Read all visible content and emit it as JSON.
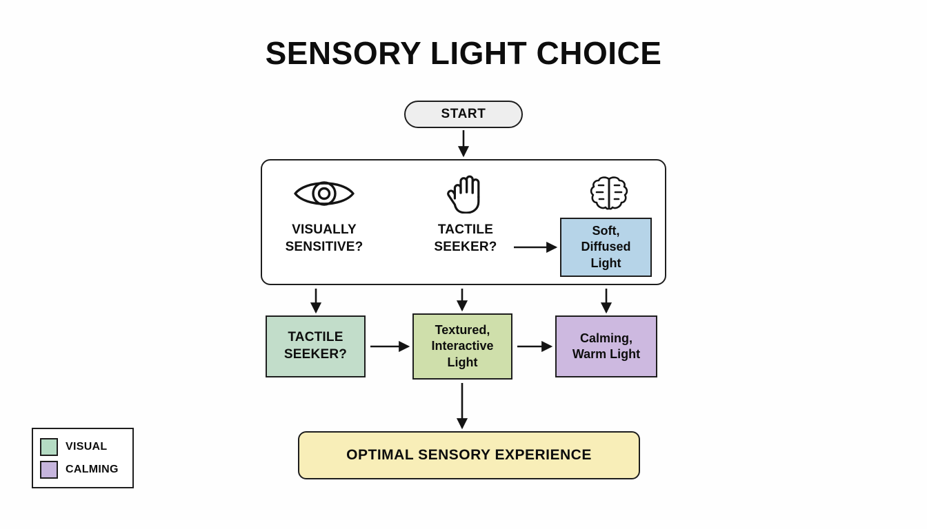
{
  "diagram": {
    "title": "SENSORY LIGHT CHOICE",
    "start": {
      "label": "START",
      "shape": "pill",
      "fill": "#eeeeee"
    },
    "decision_group": {
      "branches": [
        {
          "icon": "eye-icon",
          "label_line1": "VISUALLY",
          "label_line2": "SENSITIVE?"
        },
        {
          "icon": "hand-icon",
          "label_line1": "TACTILE",
          "label_line2": "SEEKER?"
        },
        {
          "icon": "brain-icon",
          "label_line1": "",
          "label_line2": ""
        }
      ]
    },
    "nodes": {
      "soft_diffused": {
        "line1": "Soft,",
        "line2": "Diffused",
        "line3": "Light",
        "fill": "#b6d4e8"
      },
      "tactile_seeker": {
        "line1": "TACTILE",
        "line2": "SEEKER?",
        "fill": "#c2ddca"
      },
      "textured_interactive": {
        "line1": "Textured,",
        "line2": "Interactive",
        "line3": "Light",
        "fill": "#cfdfab"
      },
      "calming_warm": {
        "line1": "Calming,",
        "line2": "Warm Light",
        "fill": "#cdb9e0"
      },
      "optimal": {
        "label": "OPTIMAL SENSORY EXPERIENCE",
        "fill": "#f8eeb8"
      }
    },
    "legend": {
      "items": [
        {
          "label": "VISUAL",
          "color": "#b5dcc4"
        },
        {
          "label": "CALMING",
          "color": "#c6b5dd"
        }
      ]
    },
    "colors": {
      "stroke": "#1d1d1d",
      "background": "#fefefe",
      "text": "#0d0d0d"
    }
  }
}
